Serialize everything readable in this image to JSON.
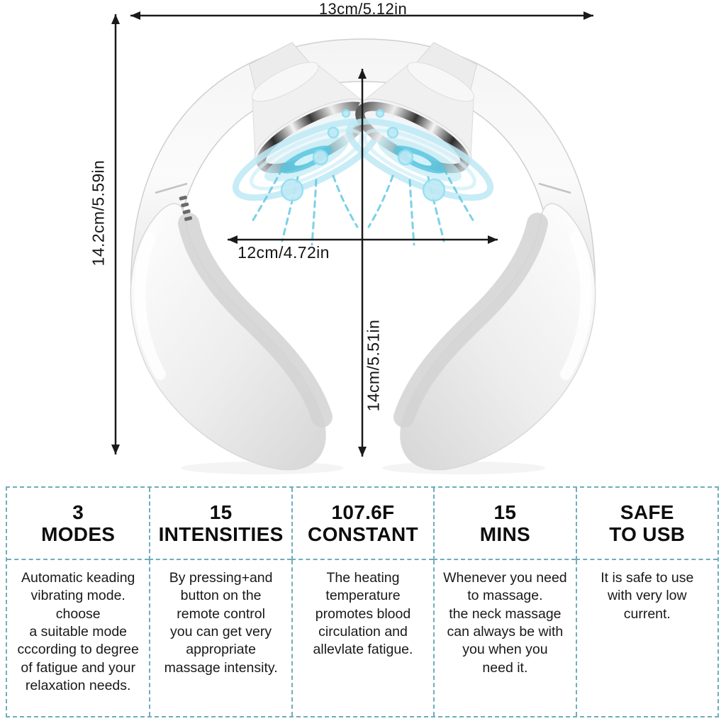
{
  "product": {
    "name": "neck massager"
  },
  "colors": {
    "table_border": "#6FADBD",
    "glow_strong": "#5BC6DF",
    "glow_soft": "#BDE9F4"
  },
  "dimensions": {
    "top_width": "13cm/5.12in",
    "left_height": "14.2cm/5.59in",
    "inner_width": "12cm/4.72in",
    "inner_height": "14cm/5.51in"
  },
  "features": {
    "columns": [
      {
        "title": "3\nMODES",
        "body": "Automatic keading\nvibrating mode.\nchoose\na suitable mode\ncccording to degree\nof fatigue and your\nrelaxation needs."
      },
      {
        "title": "15\nINTENSITIES",
        "body": "By pressing+and\nbutton on the\nremote control\nyou can get very\nappropriate\nmassage intensity."
      },
      {
        "title": "107.6F\nCONSTANT",
        "body": "The heating\ntemperature\npromotes blood\ncirculation and\nallevlate fatigue."
      },
      {
        "title": "15\nMINS",
        "body": "Whenever you need\nto massage.\nthe neck massage\ncan always be with\nyou when you\nneed it."
      },
      {
        "title": "SAFE\nTO USB",
        "body": "It is safe to use\nwith very low\ncurrent."
      }
    ]
  }
}
